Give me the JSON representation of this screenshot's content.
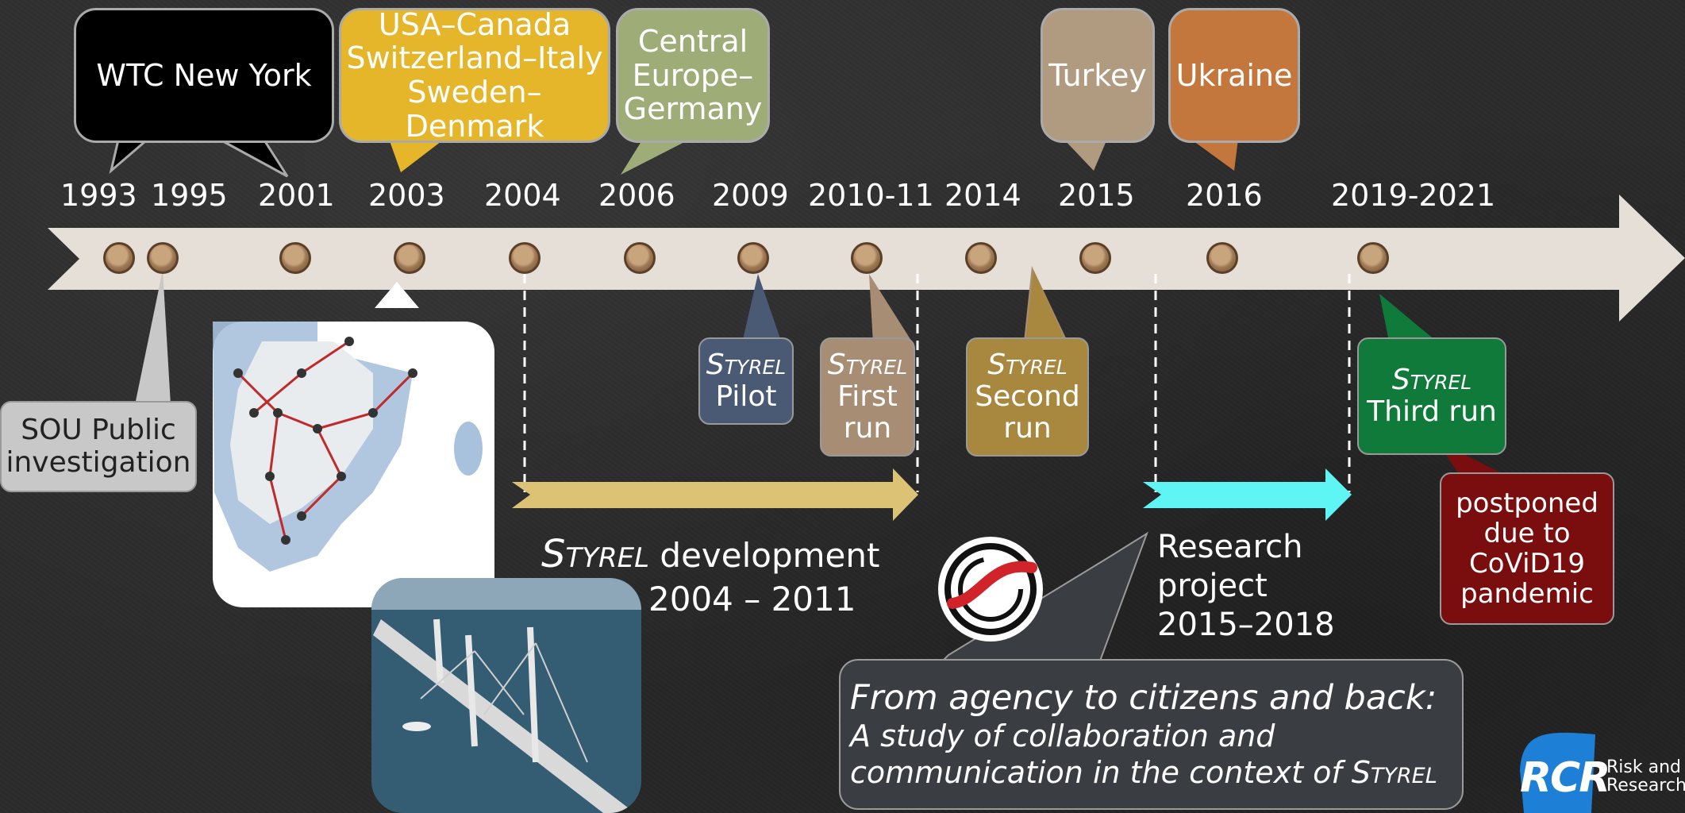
{
  "timeline": {
    "years": [
      "1993",
      "1995",
      "2001",
      "2003",
      "2004",
      "2006",
      "2009",
      "2010-11",
      "2014",
      "2015",
      "2016",
      "2019-2021"
    ]
  },
  "callouts_top": {
    "wtc": "WTC New York",
    "blackouts": [
      "USA–Canada",
      "Switzerland–Italy",
      "Sweden–Denmark"
    ],
    "central_europe": [
      "Central",
      "Europe–",
      "Germany"
    ],
    "turkey": "Turkey",
    "ukraine": "Ukraine"
  },
  "callouts_bottom": {
    "sou": [
      "SOU Public",
      "investigation"
    ],
    "pilot": {
      "name": "Styrel",
      "label": "Pilot"
    },
    "first_run": {
      "name": "Styrel",
      "label": [
        "First",
        "run"
      ]
    },
    "second_run": {
      "name": "Styrel",
      "label": [
        "Second",
        "run"
      ]
    },
    "third_run": {
      "name": "Styrel",
      "label": "Third run"
    },
    "postponed": [
      "postponed",
      "due to",
      "CoViD19",
      "pandemic"
    ]
  },
  "development": {
    "name": "Styrel",
    "text": "development",
    "years": "2004 – 2011"
  },
  "research": {
    "lines": [
      "Research",
      "project",
      "2015–2018"
    ]
  },
  "study": {
    "title": "From agency to citizens and back:",
    "line2": "A study of collaboration and",
    "line3_prefix": "communication in the context of ",
    "line3_name": "Styrel"
  },
  "logo": {
    "mark": "RCR",
    "line1": "Risk and C",
    "line2": "Research"
  },
  "colors": {
    "background": "#2b2b2b",
    "arrow": "#e6dfd8",
    "wtc": "#000000",
    "blackouts": "#e6b62a",
    "central_europe": "#9ead78",
    "turkey": "#b09a80",
    "ukraine": "#c4773d",
    "sou": "#c8c8c8",
    "pilot": "#4a5a75",
    "first_run": "#a88d75",
    "second_run": "#a8883f",
    "third_run": "#107a3a",
    "postponed": "#7a0e0e",
    "dev_arrow": "#dcc275",
    "research_arrow": "#5ff5f5",
    "study_box": "#3a3d42",
    "logo": "#1e7fd6"
  }
}
